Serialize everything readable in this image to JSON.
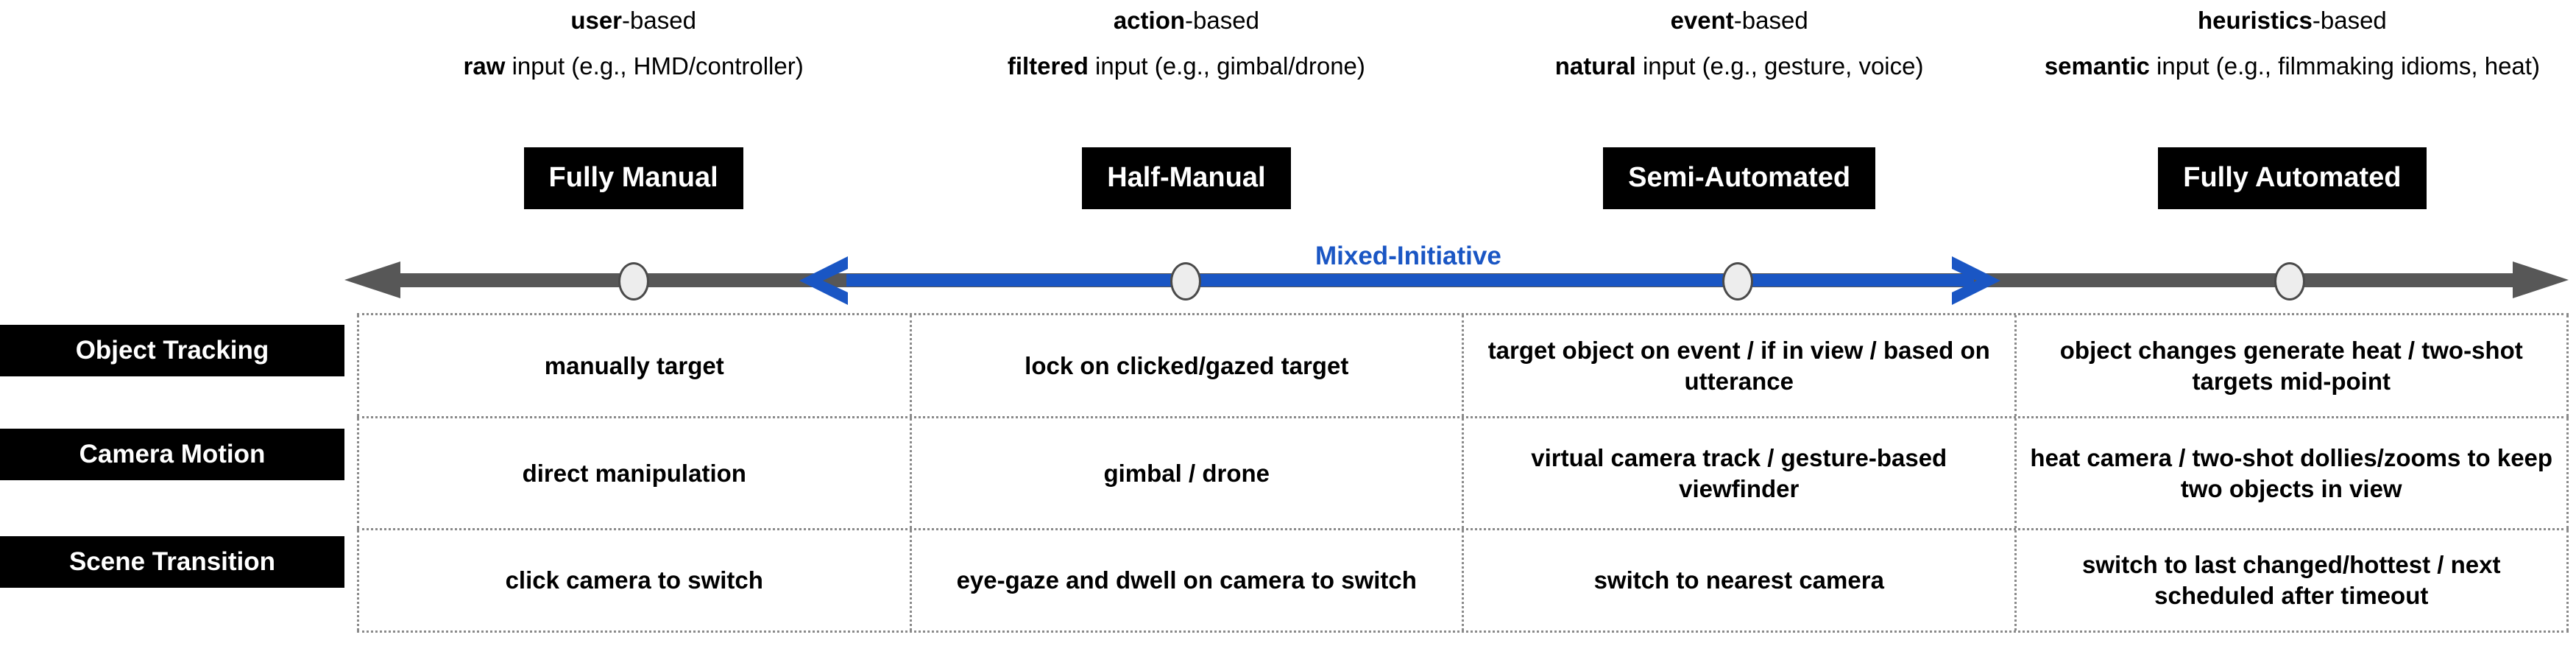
{
  "columns": [
    {
      "basis_strong": "user",
      "basis_rest": "-based",
      "input_strong": "raw",
      "input_rest": " input (e.g., HMD/controller)",
      "stage_label": "Fully Manual"
    },
    {
      "basis_strong": "action",
      "basis_rest": "-based",
      "input_strong": "filtered",
      "input_rest": " input (e.g., gimbal/drone)",
      "stage_label": "Half-Manual"
    },
    {
      "basis_strong": "event",
      "basis_rest": "-based",
      "input_strong": "natural",
      "input_rest": " input (e.g., gesture, voice)",
      "stage_label": "Semi-Automated"
    },
    {
      "basis_strong": "heuristics",
      "basis_rest": "-based",
      "input_strong": "semantic",
      "input_rest": " input (e.g., filmmaking idioms, heat)",
      "stage_label": "Fully Automated"
    }
  ],
  "axis": {
    "mixed_initiative_label": "Mixed-Initiative",
    "grey_color": "#575757",
    "blue_color": "#1A56C4",
    "knob_color": "#EDEDED"
  },
  "matrix": {
    "row_labels": [
      "Object Tracking",
      "Camera Motion",
      "Scene Transition"
    ],
    "rows": [
      [
        "manually target",
        "lock on clicked/gazed target",
        "target object on event / if in view / based on utterance",
        "object changes generate heat / two-shot targets mid-point"
      ],
      [
        "direct manipulation",
        "gimbal / drone",
        "virtual camera track / gesture-based viewfinder",
        "heat camera / two-shot dollies/zooms to keep two objects in view"
      ],
      [
        "click camera to switch",
        "eye-gaze and dwell on camera to switch",
        "switch to nearest camera",
        "switch to last changed/hottest / next scheduled after timeout"
      ]
    ]
  }
}
